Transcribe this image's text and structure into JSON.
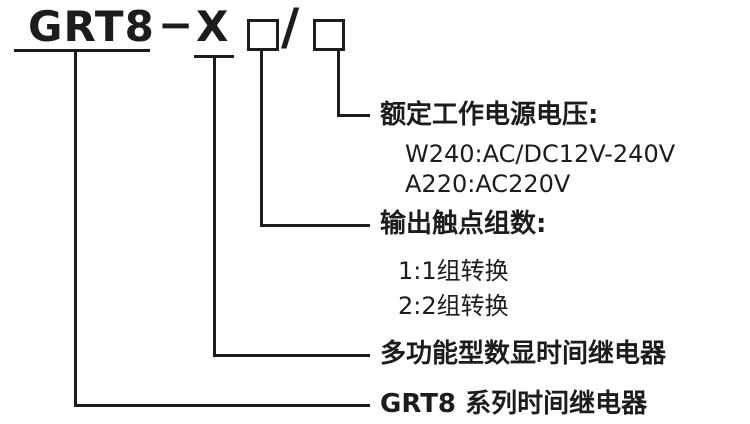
{
  "model": {
    "prefix": "GRT8",
    "dash": "−",
    "function_code": "X",
    "slash": "/"
  },
  "legend": {
    "voltage": {
      "title": "额定工作电源电压:",
      "options": [
        "W240:AC/DC12V-240V",
        "A220:AC220V"
      ]
    },
    "contacts": {
      "title": "输出触点组数:",
      "options": [
        "1:1组转换",
        "2:2组转换"
      ]
    },
    "function_label": "多功能型数显时间继电器",
    "series_label": "GRT8 系列时间继电器"
  },
  "colors": {
    "ink": "#1c1c1c",
    "background": "#ffffff"
  }
}
